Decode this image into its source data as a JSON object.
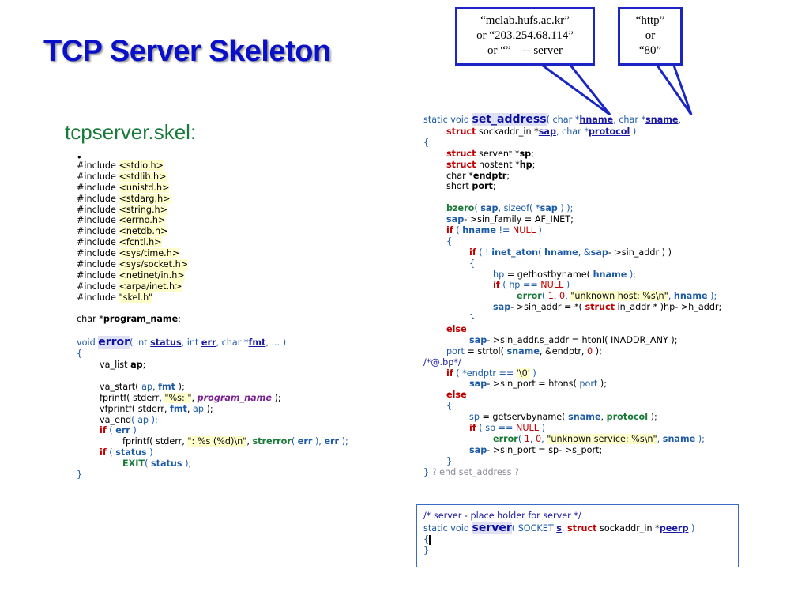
{
  "slide": {
    "title": "TCP Server Skeleton",
    "subtitle": "tcpserver.skel:"
  },
  "callouts": {
    "hname": [
      "“mclab.hufs.ac.kr”",
      "or “203.254.68.114”",
      "or “”    -- server"
    ],
    "sname": [
      "“http”",
      "or",
      "“80”"
    ]
  },
  "colors": {
    "title": "#0a10c8",
    "subtitle": "#1a7a3a",
    "callout_border": "#1a26c4",
    "keyword": "#c00000",
    "identifier": "#1d5ba6"
  },
  "left_code": {
    "bullet": "•",
    "includes": [
      {
        "directive": "#include ",
        "file": "<stdio.h>"
      },
      {
        "directive": "#include ",
        "file": "<stdlib.h>"
      },
      {
        "directive": "#include ",
        "file": "<unistd.h>"
      },
      {
        "directive": "#include ",
        "file": "<stdarg.h>"
      },
      {
        "directive": "#include ",
        "file": "<string.h>"
      },
      {
        "directive": "#include ",
        "file": "<errno.h>"
      },
      {
        "directive": "#include ",
        "file": "<netdb.h>"
      },
      {
        "directive": "#include ",
        "file": "<fcntl.h>"
      },
      {
        "directive": "#include ",
        "file": "<sys/time.h>"
      },
      {
        "directive": "#include ",
        "file": "<sys/socket.h>"
      },
      {
        "directive": "#include ",
        "file": "<netinet/in.h>"
      },
      {
        "directive": "#include ",
        "file": "<arpa/inet.h>"
      },
      {
        "directive": "#include ",
        "file": "\"skel.h\""
      }
    ],
    "decl": {
      "a": "char *",
      "b": "program_name",
      "c": ";"
    },
    "sig": {
      "a": "void ",
      "b": "error",
      "c": "( int ",
      "d": "status",
      "e": ", int ",
      "f": "err",
      "g": ", char *",
      "h": "fmt",
      "i": ", ... )"
    },
    "open": "{",
    "l1": {
      "a": "va_list ",
      "b": "ap",
      "c": ";"
    },
    "l2": {
      "a": "va_start( ",
      "b": "ap",
      "c": ", ",
      "d": "fmt",
      "e": " );"
    },
    "l3": {
      "a": "fprintf( stderr, ",
      "b": "\"%s: \"",
      "c": ", ",
      "d": "program_name",
      "e": " );"
    },
    "l4": {
      "a": "vfprintf( stderr, ",
      "b": "fmt",
      "c": ", ",
      "d": "ap",
      "e": " );"
    },
    "l5": {
      "a": "va_end",
      "b": "( ",
      "c": "ap",
      "d": " );"
    },
    "l6": {
      "a": "if",
      "b": " ( ",
      "c": "err",
      "d": " )"
    },
    "l7": {
      "a": "fprintf( stderr, ",
      "b": "\": %s (%d)\\n\"",
      "c": ", ",
      "d": "strerror",
      "e": "( ",
      "f": "err",
      "g": " ), ",
      "h": "err",
      "i": " );"
    },
    "l8": {
      "a": "if",
      "b": " ( ",
      "c": "status",
      "d": " )"
    },
    "l9": {
      "a": "EXIT",
      "b": "( ",
      "c": "status",
      "d": " );"
    },
    "close": "}"
  },
  "right_code": {
    "r1": {
      "a": "static void ",
      "b": "set_address",
      "c": "( char *",
      "d": "hname",
      "e": ", char *",
      "f": "sname",
      "g": ","
    },
    "r2": {
      "a": "struct",
      "b": " sockaddr_in *",
      "c": "sap",
      "d": ", char *",
      "e": "protocol",
      "f": " )"
    },
    "r3": "{",
    "r4": {
      "a": "struct",
      "b": " servent *",
      "c": "sp",
      "d": ";"
    },
    "r5": {
      "a": "struct",
      "b": " hostent *",
      "c": "hp",
      "d": ";"
    },
    "r6": {
      "a": "char *",
      "b": "endptr",
      "c": ";"
    },
    "r7": {
      "a": "short ",
      "b": "port",
      "c": ";"
    },
    "r8": {
      "a": "bzero",
      "b": "( ",
      "c": "sap",
      "d": ", sizeof( *",
      "e": "sap",
      "f": " ) );"
    },
    "r9": {
      "a": "sap",
      "b": "- >sin_family = AF_INET;"
    },
    "r10": {
      "a": "if",
      "b": " ( ",
      "c": "hname",
      "d": " != ",
      "e": "NULL",
      "f": " )"
    },
    "r11": "{",
    "r12": {
      "a": "if",
      "b": " ( ! ",
      "c": "inet_aton",
      "d": "( ",
      "e": "hname",
      "f": ", &",
      "g": "sap",
      "h": "- >sin_addr ) )"
    },
    "r13": "{",
    "r14": {
      "a": "hp",
      "b": " = gethostbyname( ",
      "c": "hname",
      "d": " );"
    },
    "r15": {
      "a": "if",
      "b": " ( ",
      "c": "hp",
      "d": " == ",
      "e": "NULL",
      "f": " )"
    },
    "r16": {
      "a": "error",
      "b": "( ",
      "c": "1",
      "d": ", ",
      "e": "0",
      "f": ", ",
      "g": "\"unknown host: %s\\n\"",
      "h": ", ",
      "i": "hname",
      "j": " );"
    },
    "r17": {
      "a": "sap",
      "b": "- >sin_addr = *( ",
      "c": "struct",
      "d": " in_addr * )hp- >h_addr;"
    },
    "r18": "}",
    "r19": "else",
    "r20": {
      "a": "sap",
      "b": "- >sin_addr.s_addr = htonl( INADDR_ANY );"
    },
    "r21": {
      "a": "port",
      "b": " = strtol( ",
      "c": "sname",
      "d": ", &endptr, ",
      "e": "0",
      "f": " );"
    },
    "r22": "/*@.bp*/",
    "r23": {
      "a": "if",
      "b": " ( *endptr == ",
      "c": "'\\0'",
      "d": " )"
    },
    "r24": {
      "a": "sap",
      "b": "- >sin_port = htons( ",
      "c": "port",
      "d": " );"
    },
    "r25": "else",
    "r26": "{",
    "r27": {
      "a": "sp",
      "b": " = getservbyname( ",
      "c": "sname",
      "d": ", ",
      "e": "protocol",
      "f": " );"
    },
    "r28": {
      "a": "if",
      "b": " ( ",
      "c": "sp",
      "d": " == ",
      "e": "NULL",
      "f": " )"
    },
    "r29": {
      "a": "error",
      "b": "( ",
      "c": "1",
      "d": ", ",
      "e": "0",
      "f": ", ",
      "g": "\"unknown service: %s\\n\"",
      "h": ", ",
      "i": "sname",
      "j": " );"
    },
    "r30": {
      "a": "sap",
      "b": "- >sin_port = sp- >s_port;"
    },
    "r31": "}",
    "r32": {
      "a": "}",
      "b": " ? end set_address ?"
    }
  },
  "server_box": {
    "comment": "/* server - place holder for server */",
    "sig": {
      "a": "static void ",
      "b": "server",
      "c": "( SOCKET ",
      "d": "s",
      "e": ", ",
      "f": "struct",
      "g": " sockaddr_in *",
      "h": "peerp",
      "i": " )"
    },
    "open": "{",
    "close": "}"
  }
}
